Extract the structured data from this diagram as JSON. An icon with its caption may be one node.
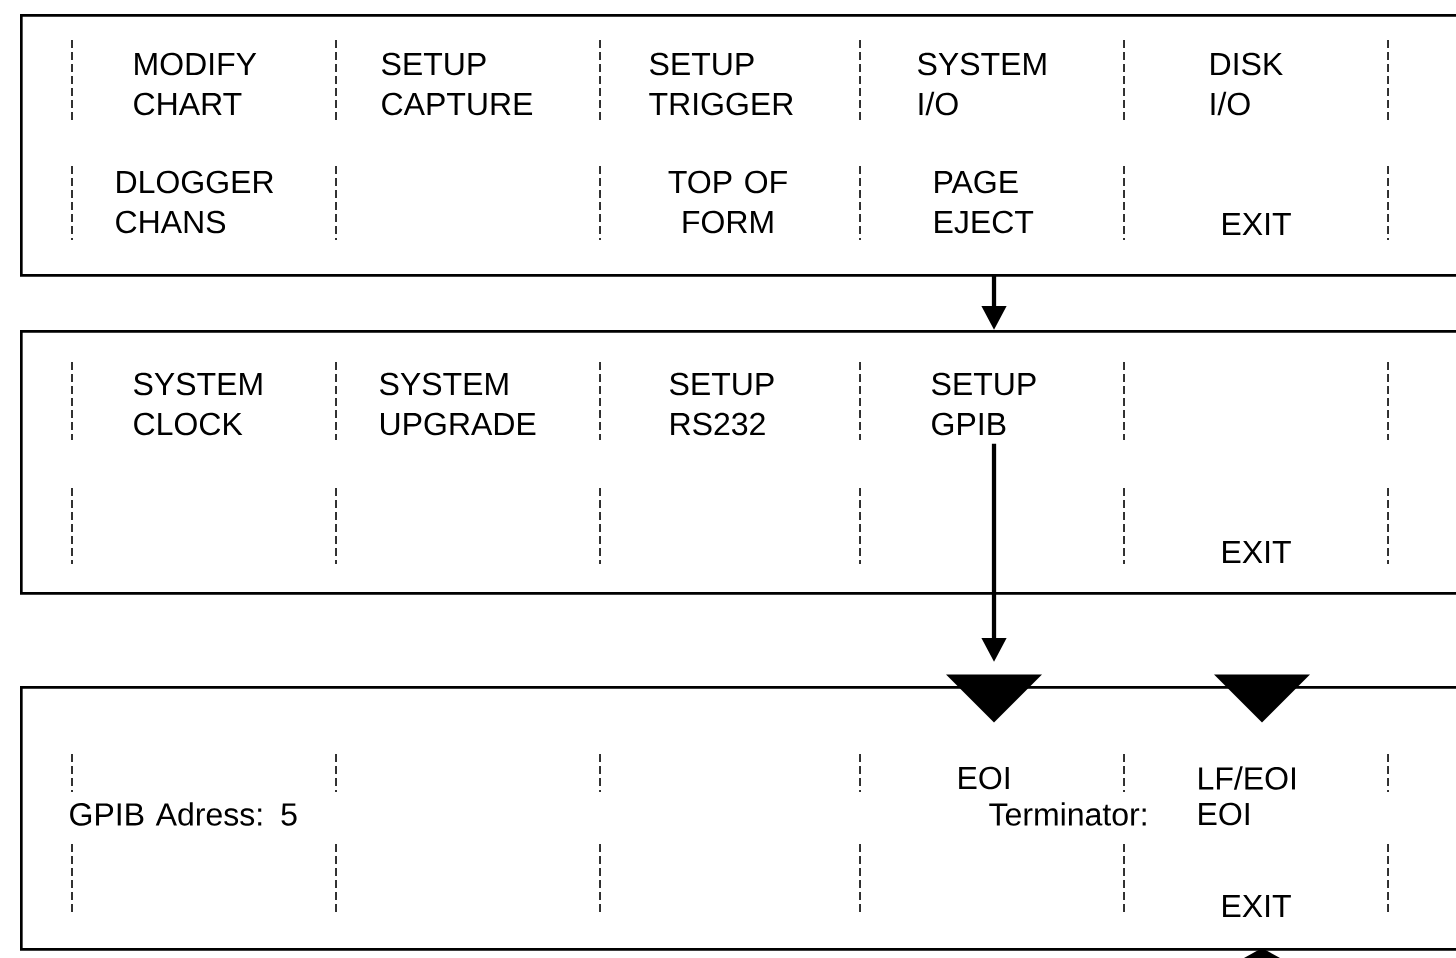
{
  "diagram": {
    "nodes": [
      {
        "text": [],
        "shape": "box"
      },
      {
        "text": [
          "MODIFY CHART"
        ],
        "in": 0
      },
      {
        "text": [
          "SETUP CAPTURE"
        ],
        "in": 0
      },
      {
        "text": [
          "SETUP TRIGGER"
        ],
        "in": 0
      },
      {
        "text": [
          "SYSTEM I/O"
        ],
        "in": 0
      },
      {
        "text": [
          "DISK I/O"
        ],
        "in": 0
      },
      {
        "text": [
          "DLOGGER CHANS"
        ],
        "in": 0
      },
      {
        "text": [
          "TOP OF FORM"
        ],
        "in": 0
      },
      {
        "text": [
          "PAGE EJECT"
        ],
        "in": 0
      },
      {
        "text": [
          "EXIT"
        ],
        "in": 0
      },
      {
        "text": [],
        "shape": "box"
      },
      {
        "text": [
          "SYSTEM CLOCK"
        ],
        "in": 10
      },
      {
        "text": [
          "SYSTEM UPGRADE"
        ],
        "in": 10
      },
      {
        "text": [
          "SETUP RS232"
        ],
        "in": 10
      },
      {
        "text": [
          "SETUP GPIB"
        ],
        "in": 10
      },
      {
        "text": [
          "EXIT"
        ],
        "in": 10
      },
      {
        "text": [],
        "shape": "triangle"
      },
      {
        "text": [],
        "shape": "triangle"
      },
      {
        "text": [],
        "shape": "box"
      },
      {
        "text": [
          "GPIB Adress:  5"
        ],
        "in": 18
      },
      {
        "text": [
          "EOI"
        ],
        "in": 18
      },
      {
        "text": [
          "LF/EOI"
        ],
        "in": 18
      },
      {
        "text": [
          "Terminator:"
        ],
        "in": 18
      },
      {
        "text": [
          "EOI"
        ],
        "in": 18
      },
      {
        "text": [
          "EXIT"
        ],
        "in": 18
      }
    ],
    "edges": [
      {
        "from": 0,
        "to": 10,
        "arrow": "to"
      },
      {
        "from": 14,
        "to": 16,
        "arrow": "to"
      }
    ]
  }
}
